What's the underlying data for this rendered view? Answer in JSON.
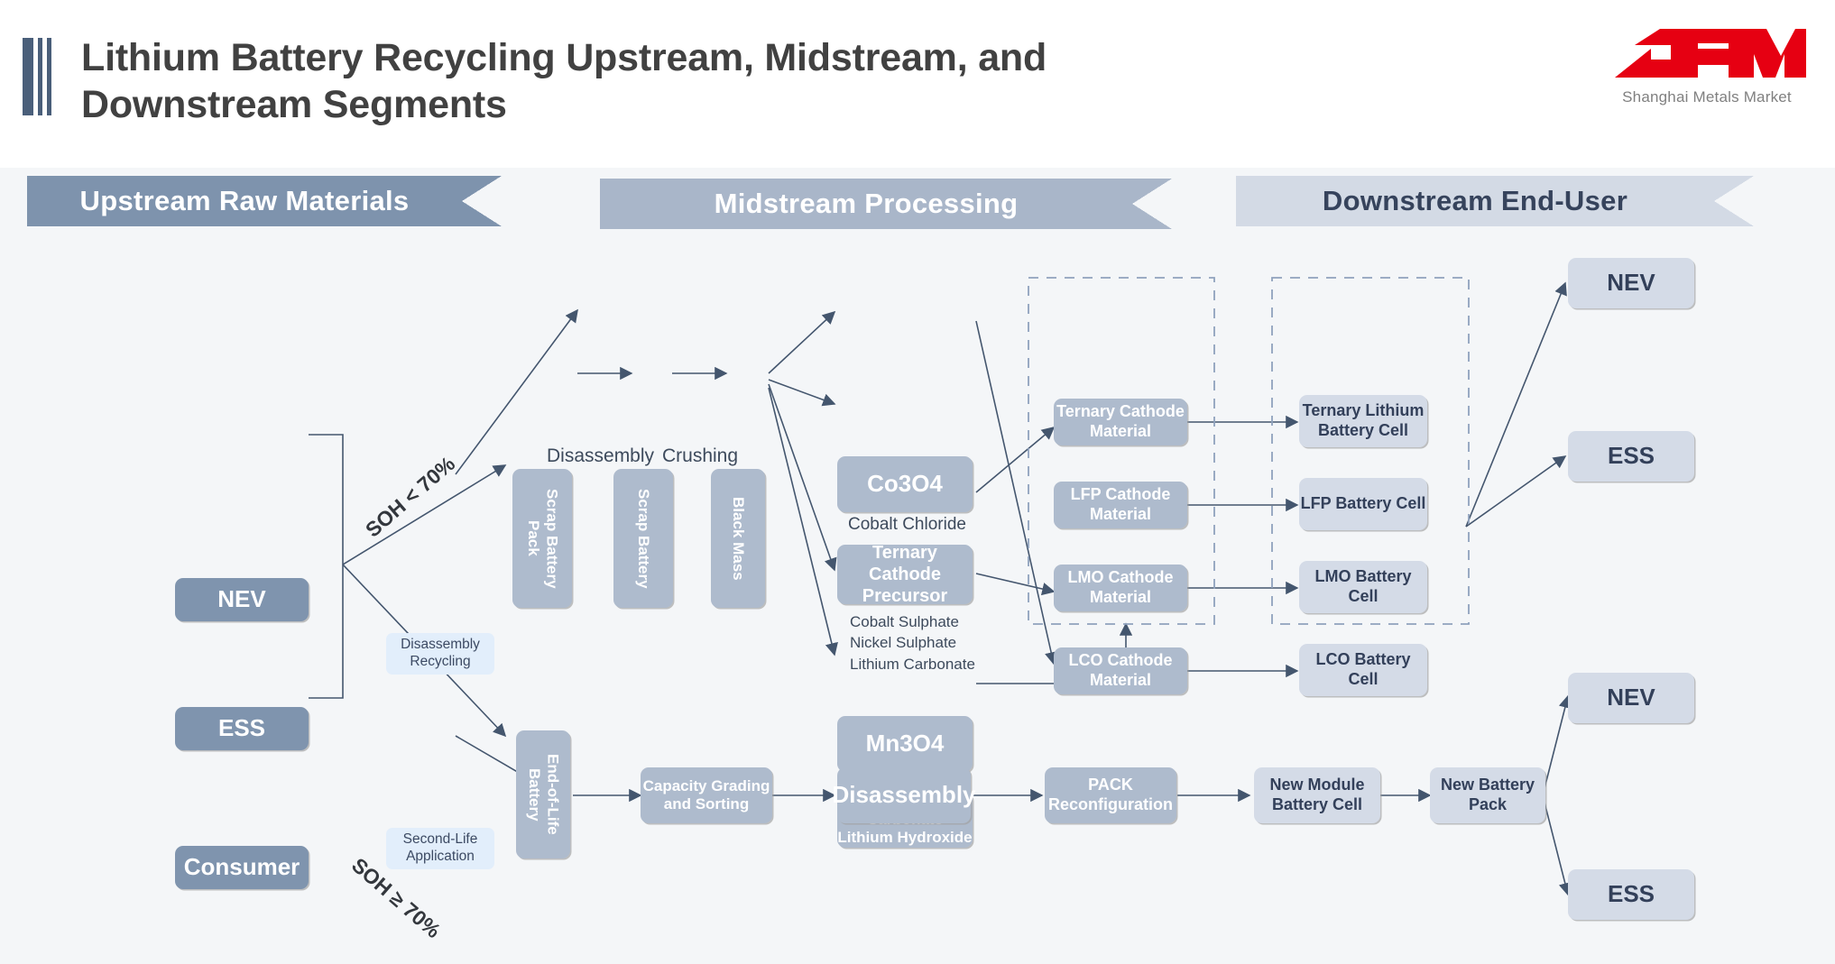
{
  "header": {
    "title": "Lithium Battery Recycling Upstream, Midstream, and Downstream Segments",
    "logo_text": "SMM",
    "logo_subtitle": "Shanghai Metals Market",
    "accent_bar_color": "#4a5f7a",
    "logo_color": "#e60012"
  },
  "banners": [
    {
      "label": "Upstream Raw Materials",
      "bg": "#7e93ad",
      "fg": "#ffffff"
    },
    {
      "label": "Midstream Processing",
      "bg": "#a9b6c9",
      "fg": "#ffffff"
    },
    {
      "label": "Downstream End-User",
      "bg": "#d3dae5",
      "fg": "#36435c"
    }
  ],
  "upstream": {
    "sources": [
      {
        "label": "NEV"
      },
      {
        "label": "ESS"
      },
      {
        "label": "Consumer"
      }
    ],
    "branches": [
      {
        "soh": "SOH < 70%",
        "tag": "Disassembly\nRecycling",
        "tag_line1": "Disassembly",
        "tag_line2": "Recycling"
      },
      {
        "soh": "SOH ≥ 70%",
        "tag": "Second-Life\nApplication",
        "tag_line1": "Second-Life",
        "tag_line2": "Application"
      }
    ]
  },
  "midstream": {
    "stage_labels": [
      "Disassembly",
      "Crushing"
    ],
    "process_chain": [
      {
        "label": "Scrap Battery Pack"
      },
      {
        "label": "Scrap Battery"
      },
      {
        "label": "Black Mass"
      }
    ],
    "outputs": [
      {
        "label": "Co3O4",
        "caption": "Cobalt Chloride"
      },
      {
        "label": "Ternary Cathode Precursor",
        "caption": "Cobalt Sulphate\nNickel Sulphate\nLithium Carbonate",
        "caption_lines": [
          "Cobalt Sulphate",
          "Nickel Sulphate",
          "Lithium Carbonate"
        ]
      },
      {
        "label": "Mn3O4",
        "caption": ""
      },
      {
        "label": "Lithium Carbonate Lithium Hydroxide",
        "line1": "Lithium Carbonate",
        "line2": "Lithium Hydroxide"
      }
    ],
    "cathode_materials": [
      {
        "line1": "Ternary Cathode",
        "line2": "Material"
      },
      {
        "line1": "LFP Cathode",
        "line2": "Material"
      },
      {
        "line1": "LMO Cathode",
        "line2": "Material"
      },
      {
        "line1": "LCO Cathode",
        "line2": "Material"
      }
    ]
  },
  "downstream": {
    "battery_cells": [
      {
        "line1": "Ternary Lithium",
        "line2": "Battery Cell"
      },
      {
        "line1": "LFP Battery Cell",
        "line2": ""
      },
      {
        "line1": "LMO Battery Cell",
        "line2": ""
      },
      {
        "line1": "LCO Battery Cell",
        "line2": ""
      }
    ],
    "end_users_top": [
      {
        "label": "NEV"
      },
      {
        "label": "ESS"
      }
    ],
    "end_users_bottom": [
      {
        "label": "NEV"
      },
      {
        "label": "ESS"
      }
    ]
  },
  "second_life_chain": [
    {
      "label": "End-of-Life Battery"
    },
    {
      "line1": "Capacity Grading",
      "line2": "and Sorting"
    },
    {
      "label": "Disassembly"
    },
    {
      "line1": "PACK",
      "line2": "Reconfiguration"
    },
    {
      "line1": "New Module",
      "line2": "Battery Cell"
    },
    {
      "line1": "New Battery",
      "line2": "Pack"
    }
  ],
  "palette": {
    "canvas": "#f4f6f8",
    "node_dark": "#7f94ae",
    "node_mid": "#aebbcd",
    "node_light": "#d4dbe7",
    "node_pale": "#e2eefb",
    "connector": "#44566e",
    "dashed_box": "#8fa2bd"
  }
}
